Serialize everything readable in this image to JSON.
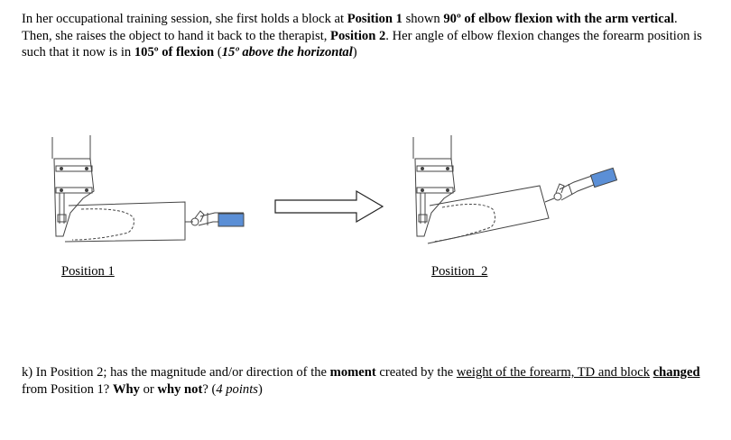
{
  "intro": {
    "t1": "In her occupational training session, she first holds a block at ",
    "b1": "Position 1",
    "t2": " shown ",
    "b2": "90º of elbow flexion with the arm vertical",
    "t3": ".  Then, she raises the object to hand it back to the therapist, ",
    "b3": "Position 2",
    "t4": ".  Her angle of elbow flexion changes the forearm position is such that it now is in ",
    "b4": "105º of flexion",
    "t5": " (",
    "bi5": "15º above the horizontal",
    "t6": ")"
  },
  "figure": {
    "caption1": "Position 1",
    "caption2": "Position  2",
    "colors": {
      "block": "#5b8fd6",
      "outline": "#444444",
      "arrow": "#222222"
    }
  },
  "question": {
    "q1": "k) In Position 2; has the magnitude and/or direction of the ",
    "qb1": "moment",
    "q2": " created by the ",
    "qu1": "weight of the forearm, TD and block",
    "q3": " ",
    "qbu1": "changed",
    "q4": " from Position 1?  ",
    "qb2": "Why",
    "q5": " or ",
    "qb3": "why not",
    "q6": "? (",
    "qi1": "4 points",
    "q7": ")"
  }
}
